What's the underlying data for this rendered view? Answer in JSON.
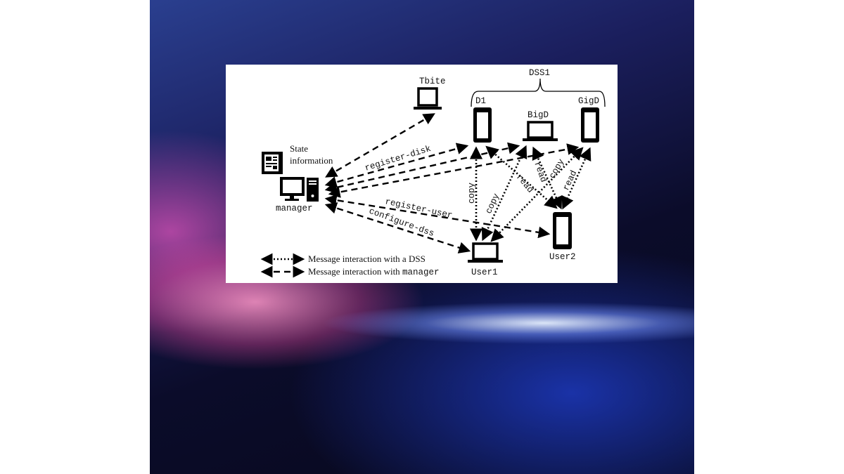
{
  "diagram": {
    "nodes": {
      "tbite": "Tbite",
      "dss": "DSS1",
      "d1": "D1",
      "bigd": "BigD",
      "gigd": "GigD",
      "state_line1": "State",
      "state_line2": "information",
      "manager": "manager",
      "user1": "User1",
      "user2": "User2"
    },
    "edge_labels": {
      "register_disk": "register-disk",
      "register_user": "register-user",
      "configure_dss": "configure-dss",
      "copy1": "copy",
      "copy2": "copy",
      "copy3": "copy",
      "read1": "read",
      "read2": "read",
      "read3": "read"
    },
    "legend": {
      "dss_text": "Message interaction with a DSS",
      "manager_text_prefix": "Message interaction with ",
      "manager_text_mono": "manager"
    }
  }
}
